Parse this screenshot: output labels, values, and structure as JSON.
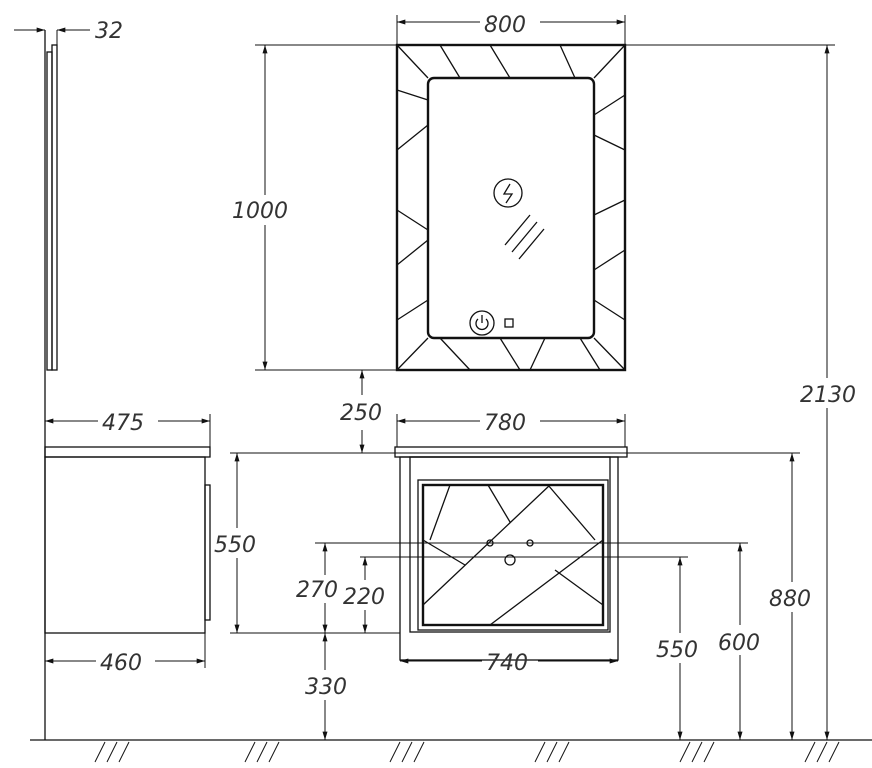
{
  "drawing": {
    "dimensions": {
      "mirror_depth": "32",
      "mirror_width": "800",
      "mirror_height": "1000",
      "total_height": "2130",
      "gap_mirror_vanity": "250",
      "top_width": "780",
      "top_depth": "475",
      "cabinet_height": "550",
      "cabinet_depth": "460",
      "cabinet_width": "740",
      "drain_offset_270": "270",
      "drain_offset_220": "220",
      "floor_to_cabinet": "330",
      "drain_height_550": "550",
      "supply_height_600": "600",
      "top_height_880": "880"
    },
    "icons": [
      "lightning-icon",
      "power-button-icon",
      "mirror-hatch-icon"
    ]
  }
}
